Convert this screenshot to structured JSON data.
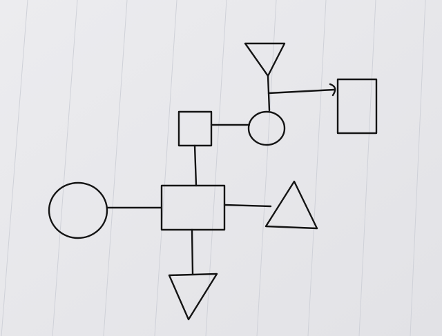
{
  "diagram": {
    "style": "hand-drawn ink sketch on lined paper",
    "paper_color": "#e9e9ec",
    "rule_color": "#cfd1d8",
    "ink_color": "#141414",
    "shapes": [
      "triangle-down-top",
      "rectangle-right",
      "square-small",
      "circle-small",
      "rectangle-center",
      "circle-large",
      "triangle-up",
      "triangle-down-bottom"
    ],
    "connectors": [
      "triangle-top-to-circle-small",
      "circle-small-to-rectangle-right-arrow",
      "square-small-to-circle-small",
      "square-small-to-rectangle-center",
      "circle-large-to-rectangle-center",
      "rectangle-center-to-triangle-up",
      "rectangle-center-to-triangle-bottom"
    ]
  }
}
